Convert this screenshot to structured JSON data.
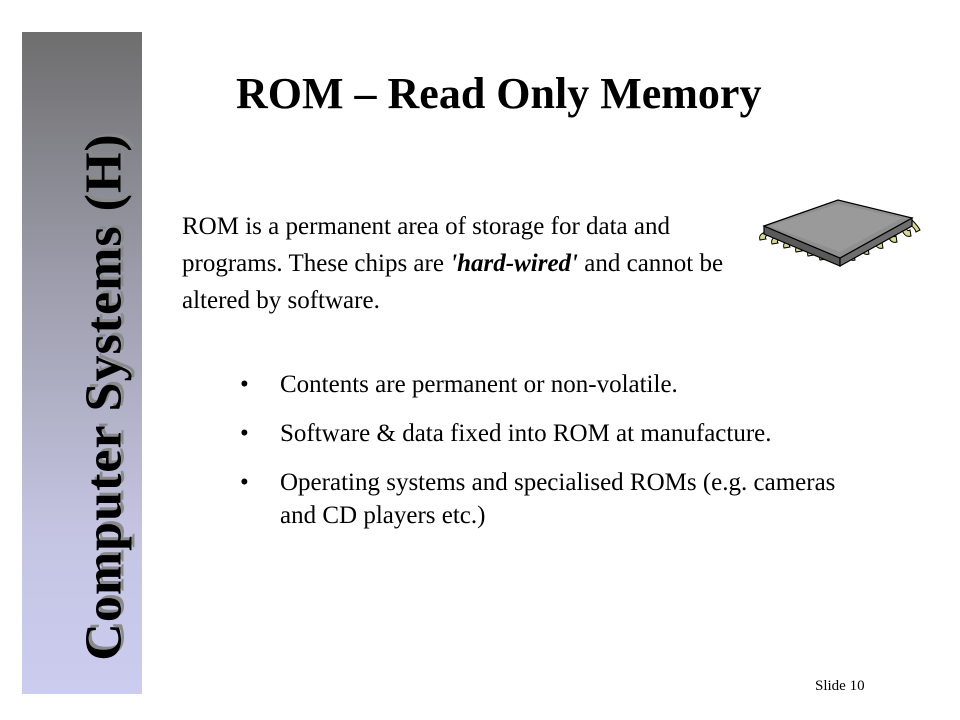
{
  "sidebar": {
    "label": "Computer Systems (H)"
  },
  "title": "ROM – Read Only Memory",
  "intro": {
    "part1": "ROM is a permanent area of storage for data and programs. These chips are ",
    "emphasis": "'hard-wired'",
    "part2": " and cannot be altered by software."
  },
  "chip_icon": "memory-chip-icon",
  "bullets": [
    {
      "symbol": "•",
      "text": "Contents are permanent or non-volatile."
    },
    {
      "symbol": "•",
      "text": "Software & data fixed into ROM at manufacture."
    },
    {
      "symbol": "•",
      "text": "Operating systems and specialised ROMs (e.g. cameras and CD players etc.)"
    }
  ],
  "footer": {
    "slide_number": "Slide 10"
  },
  "colors": {
    "sidebar_top": "#6e6e6e",
    "sidebar_bottom": "#ccccf0",
    "chip_body": "#8f8f8f",
    "chip_pins": "#d8d890"
  }
}
